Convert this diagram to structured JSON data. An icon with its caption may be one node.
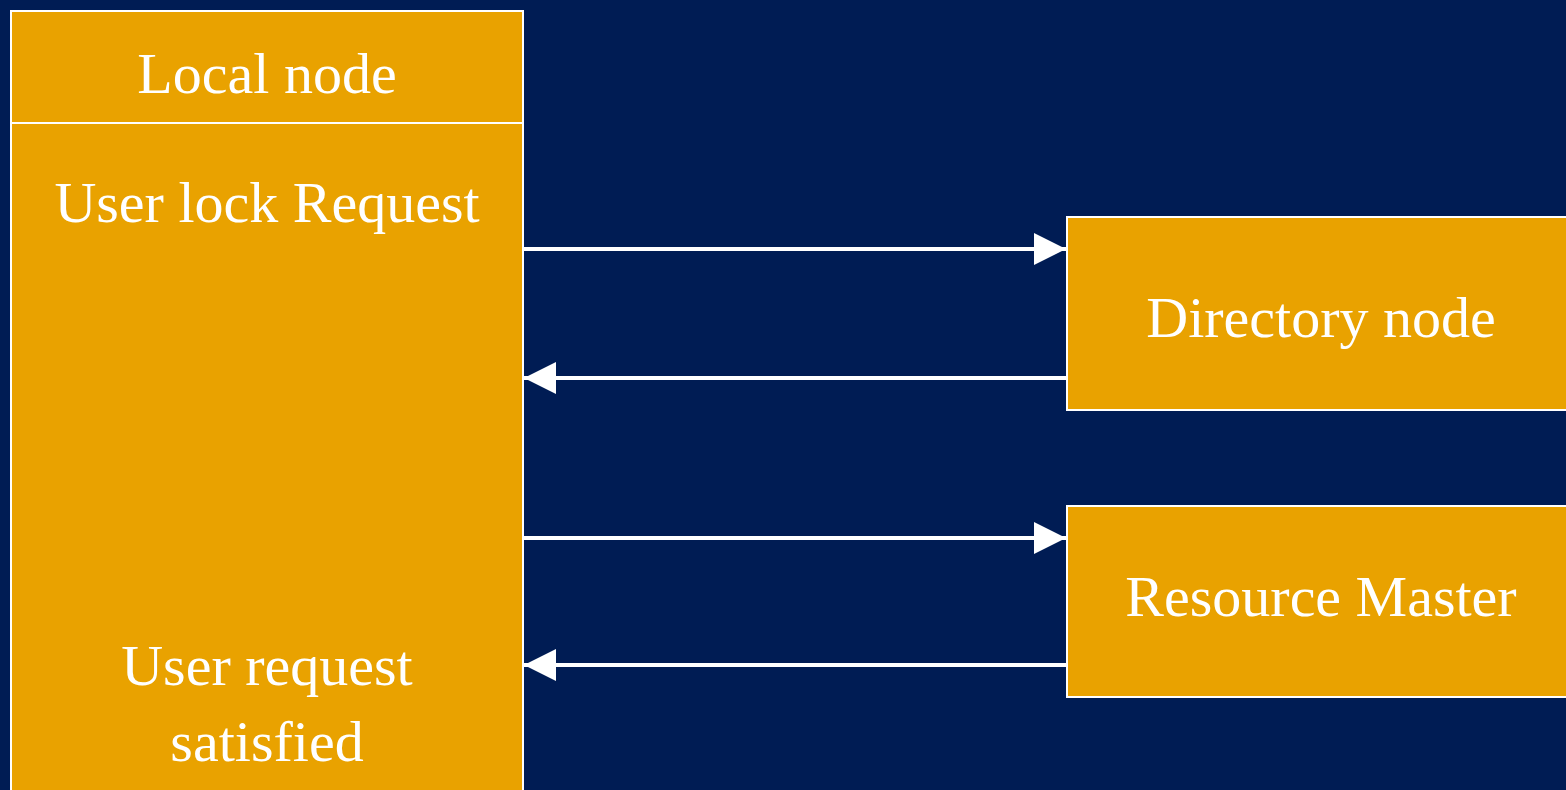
{
  "diagram": {
    "nodes": [
      {
        "text": [
          "Local node",
          "User lock Request",
          "User request satisfied"
        ]
      },
      {
        "text": [
          "Directory node"
        ]
      },
      {
        "text": [
          "Resource Master"
        ]
      }
    ],
    "edges": [
      {
        "from": 0,
        "to": 1,
        "arrow": "to"
      },
      {
        "from": 1,
        "to": 0,
        "arrow": "to"
      },
      {
        "from": 0,
        "to": 2,
        "arrow": "to"
      },
      {
        "from": 2,
        "to": 0,
        "arrow": "to"
      }
    ]
  }
}
